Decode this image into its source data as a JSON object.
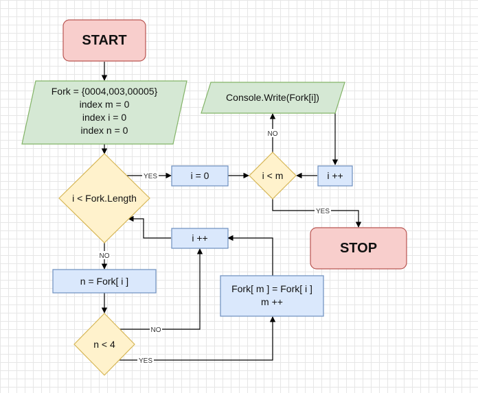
{
  "diagram": {
    "nodes": {
      "start": {
        "text": [
          "START"
        ]
      },
      "init": {
        "text": [
          "Fork = {0004,003,00005}",
          "index m = 0",
          "index i = 0",
          "index n = 0"
        ]
      },
      "cond_len": {
        "text": [
          "i < Fork.Length"
        ]
      },
      "set_i0": {
        "text": [
          "i = 0"
        ]
      },
      "cond_im": {
        "text": [
          "i < m"
        ]
      },
      "console": {
        "text": [
          "Console.Write(Fork[i])"
        ]
      },
      "inc_i_right": {
        "text": [
          "i ++"
        ]
      },
      "stop": {
        "text": [
          "STOP"
        ]
      },
      "inc_i_mid": {
        "text": [
          "i ++"
        ]
      },
      "n_assign": {
        "text": [
          "n = Fork[ i ]"
        ]
      },
      "fork_m": {
        "text": [
          "Fork[ m ] = Fork[ i ]",
          "m ++"
        ]
      },
      "cond_n": {
        "text": [
          "n < 4"
        ]
      }
    },
    "edge_labels": {
      "len_yes": "YES",
      "len_no": "NO",
      "im_no": "NO",
      "im_yes": "YES",
      "n_no": "NO",
      "n_yes": "YES"
    },
    "colors": {
      "terminal_fill": "#f8cecc",
      "terminal_stroke": "#b85450",
      "io_fill": "#d5e8d4",
      "io_stroke": "#82b366",
      "process_fill": "#dae8fc",
      "process_stroke": "#6c8ebf",
      "decision_fill": "#fff2cc",
      "decision_stroke": "#d6b656",
      "edge": "#000000"
    }
  }
}
